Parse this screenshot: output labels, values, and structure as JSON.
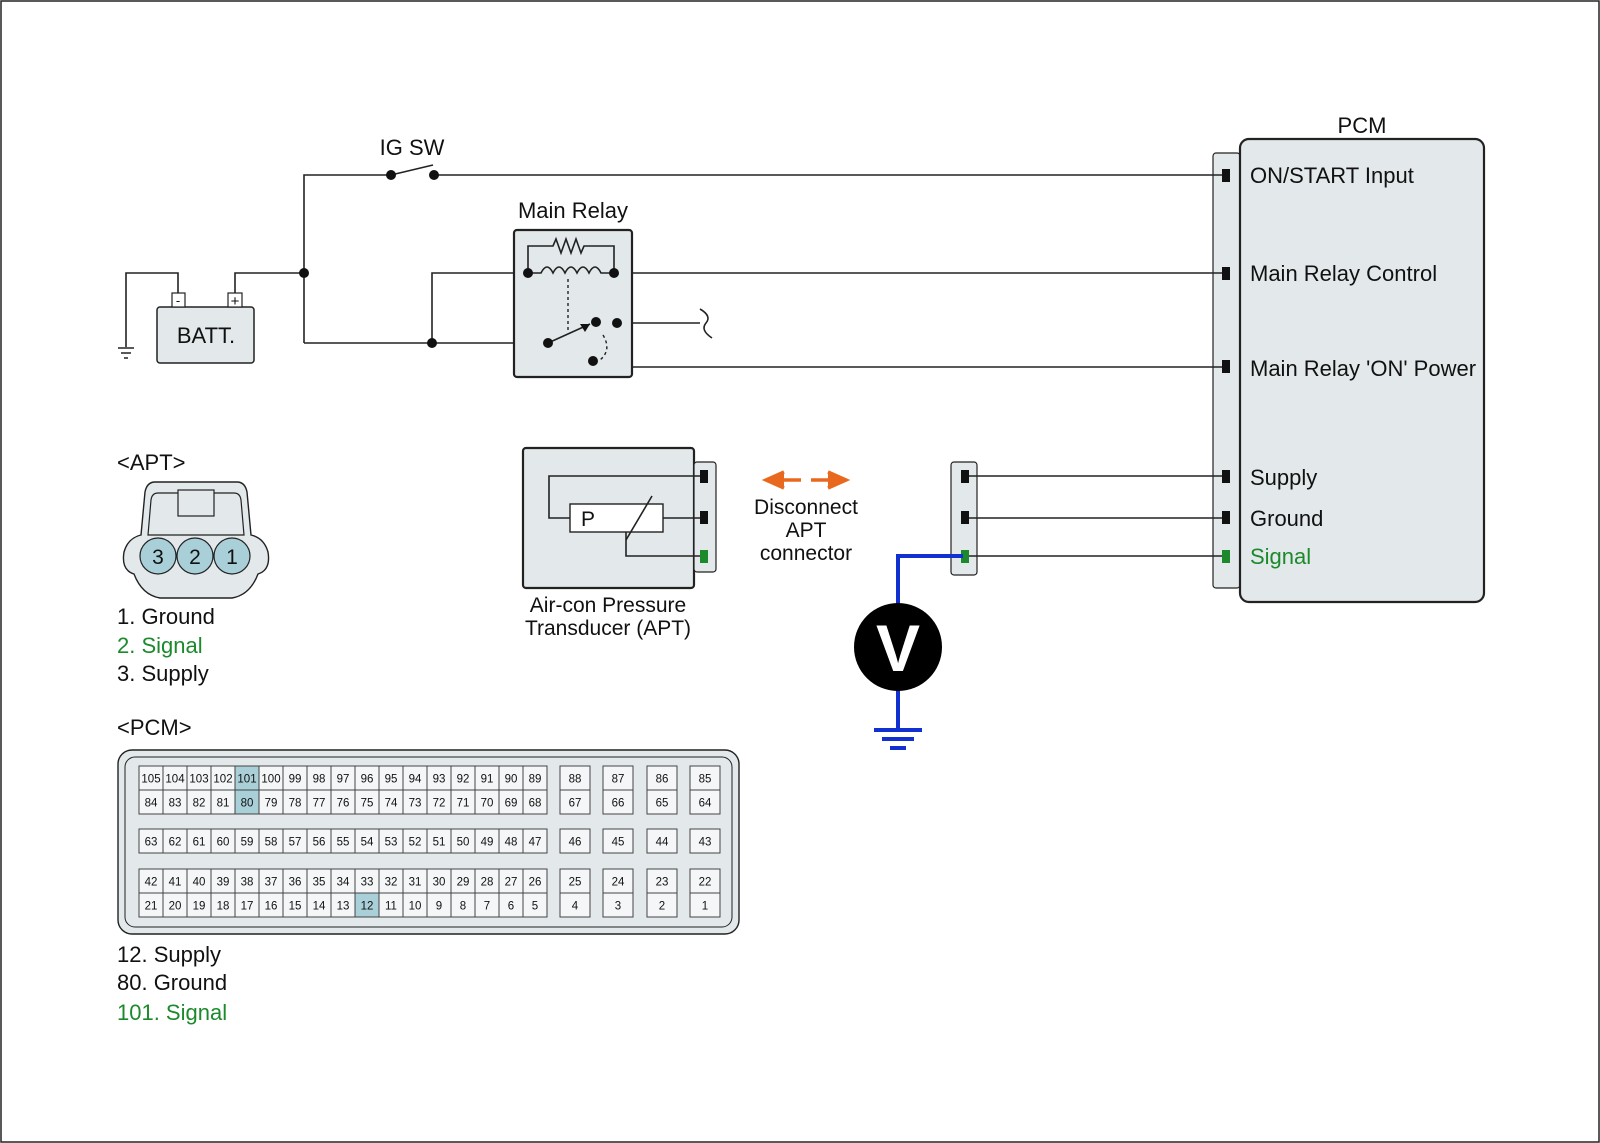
{
  "title_pcm": "PCM",
  "ig_sw": "IG SW",
  "main_relay": "Main Relay",
  "battery": {
    "label": "BATT.",
    "minus": "-",
    "plus": "+"
  },
  "pcm_terminals": [
    {
      "label": "ON/START Input",
      "signal": false
    },
    {
      "label": "Main Relay Control",
      "signal": false
    },
    {
      "label": "Main Relay 'ON' Power",
      "signal": false
    },
    {
      "label": "Supply",
      "signal": false
    },
    {
      "label": "Ground",
      "signal": false
    },
    {
      "label": "Signal",
      "signal": true
    }
  ],
  "apt_sensor": {
    "symbol": "P",
    "name_line1": "Air-con Pressure",
    "name_line2": "Transducer (APT)"
  },
  "disconnect": {
    "line1": "Disconnect",
    "line2": "APT",
    "line3": "connector"
  },
  "voltmeter": "V",
  "apt_connector": {
    "title": "<APT>",
    "pins": [
      "3",
      "2",
      "1"
    ],
    "legend": [
      {
        "text": "1. Ground",
        "signal": false
      },
      {
        "text": "2. Signal",
        "signal": true
      },
      {
        "text": "3. Supply",
        "signal": false
      }
    ]
  },
  "pcm_connector": {
    "title": "<PCM>",
    "rows": [
      [
        "105",
        "104",
        "103",
        "102",
        "101",
        "100",
        "99",
        "98",
        "97",
        "96",
        "95",
        "94",
        "93",
        "92",
        "91",
        "90",
        "89"
      ],
      [
        "84",
        "83",
        "82",
        "81",
        "80",
        "79",
        "78",
        "77",
        "76",
        "75",
        "74",
        "73",
        "72",
        "71",
        "70",
        "69",
        "68"
      ],
      [
        "63",
        "62",
        "61",
        "60",
        "59",
        "58",
        "57",
        "56",
        "55",
        "54",
        "53",
        "52",
        "51",
        "50",
        "49",
        "48",
        "47"
      ],
      [
        "42",
        "41",
        "40",
        "39",
        "38",
        "37",
        "36",
        "35",
        "34",
        "33",
        "32",
        "31",
        "30",
        "29",
        "28",
        "27",
        "26"
      ],
      [
        "21",
        "20",
        "19",
        "18",
        "17",
        "16",
        "15",
        "14",
        "13",
        "12",
        "11",
        "10",
        "9",
        "8",
        "7",
        "6",
        "5"
      ]
    ],
    "side_rows": [
      [
        "88",
        "87",
        "86",
        "85"
      ],
      [
        "67",
        "66",
        "65",
        "64"
      ],
      [
        "46",
        "45",
        "44",
        "43"
      ],
      [
        "25",
        "24",
        "23",
        "22"
      ],
      [
        "4",
        "3",
        "2",
        "1"
      ]
    ],
    "highlight": [
      "101",
      "80",
      "12"
    ],
    "legend": [
      {
        "text": "12. Supply",
        "signal": false
      },
      {
        "text": "80. Ground",
        "signal": false
      },
      {
        "text": "101. Signal",
        "signal": true
      }
    ]
  },
  "colors": {
    "signal": "#1c8a2c",
    "arrow": "#e8691e",
    "meter_wire": "#1030d0",
    "highlight": "#a9cfd8"
  }
}
